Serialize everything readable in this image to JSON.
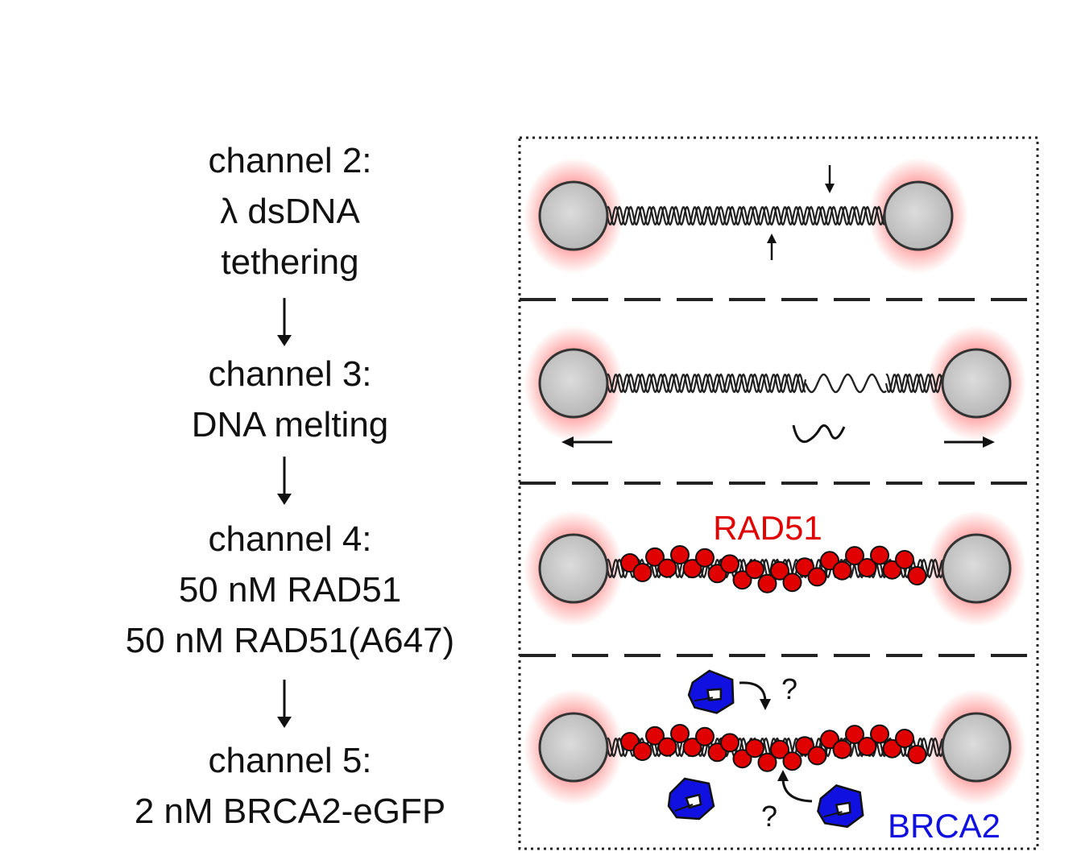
{
  "steps": [
    {
      "lines": [
        "channel 2:",
        "λ dsDNA",
        "tethering"
      ]
    },
    {
      "lines": [
        "channel 3:",
        "DNA melting"
      ]
    },
    {
      "lines": [
        "channel 4:",
        "50 nM RAD51",
        "50 nM RAD51(A647)"
      ]
    },
    {
      "lines": [
        "channel 5:",
        "2 nM BRCA2-eGFP"
      ]
    }
  ],
  "labels": {
    "rad51": "RAD51",
    "brca2": "BRCA2",
    "question": "?"
  },
  "colors": {
    "rad51": "#e00000",
    "brca2": "#1010e0",
    "bead": "#c8c8c8",
    "glow": "#ff3030"
  }
}
